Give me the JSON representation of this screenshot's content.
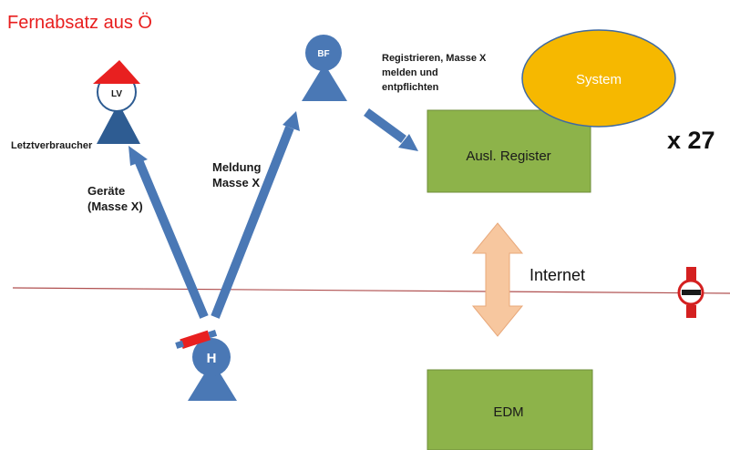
{
  "title": "Fernabsatz aus Ö",
  "nodes": {
    "lv": "LV",
    "bf": "BF",
    "h": "H"
  },
  "labels": {
    "letztverbraucher": "Letztverbraucher",
    "geraete_line1": "Geräte",
    "geraete_line2": "(Masse X)",
    "meldung_line1": "Meldung",
    "meldung_line2": "Masse X",
    "registrieren_line1": "Registrieren, Masse X",
    "registrieren_line2": "melden und",
    "registrieren_line3": "entpflichten",
    "internet": "Internet",
    "multiplier": "x 27"
  },
  "boxes": {
    "system": "System",
    "ausl_register": "Ausl. Register",
    "edm": "EDM"
  },
  "colors": {
    "title": "#e81e1e",
    "figure": "#4a78b5",
    "figure_dark": "#2e5c92",
    "hat": "#e82020",
    "box_green": "#8db34a",
    "system_yellow": "#f6b800",
    "arrow_peach": "#f7c79f",
    "divider_line": "#b05050",
    "stop_red": "#d42020"
  }
}
